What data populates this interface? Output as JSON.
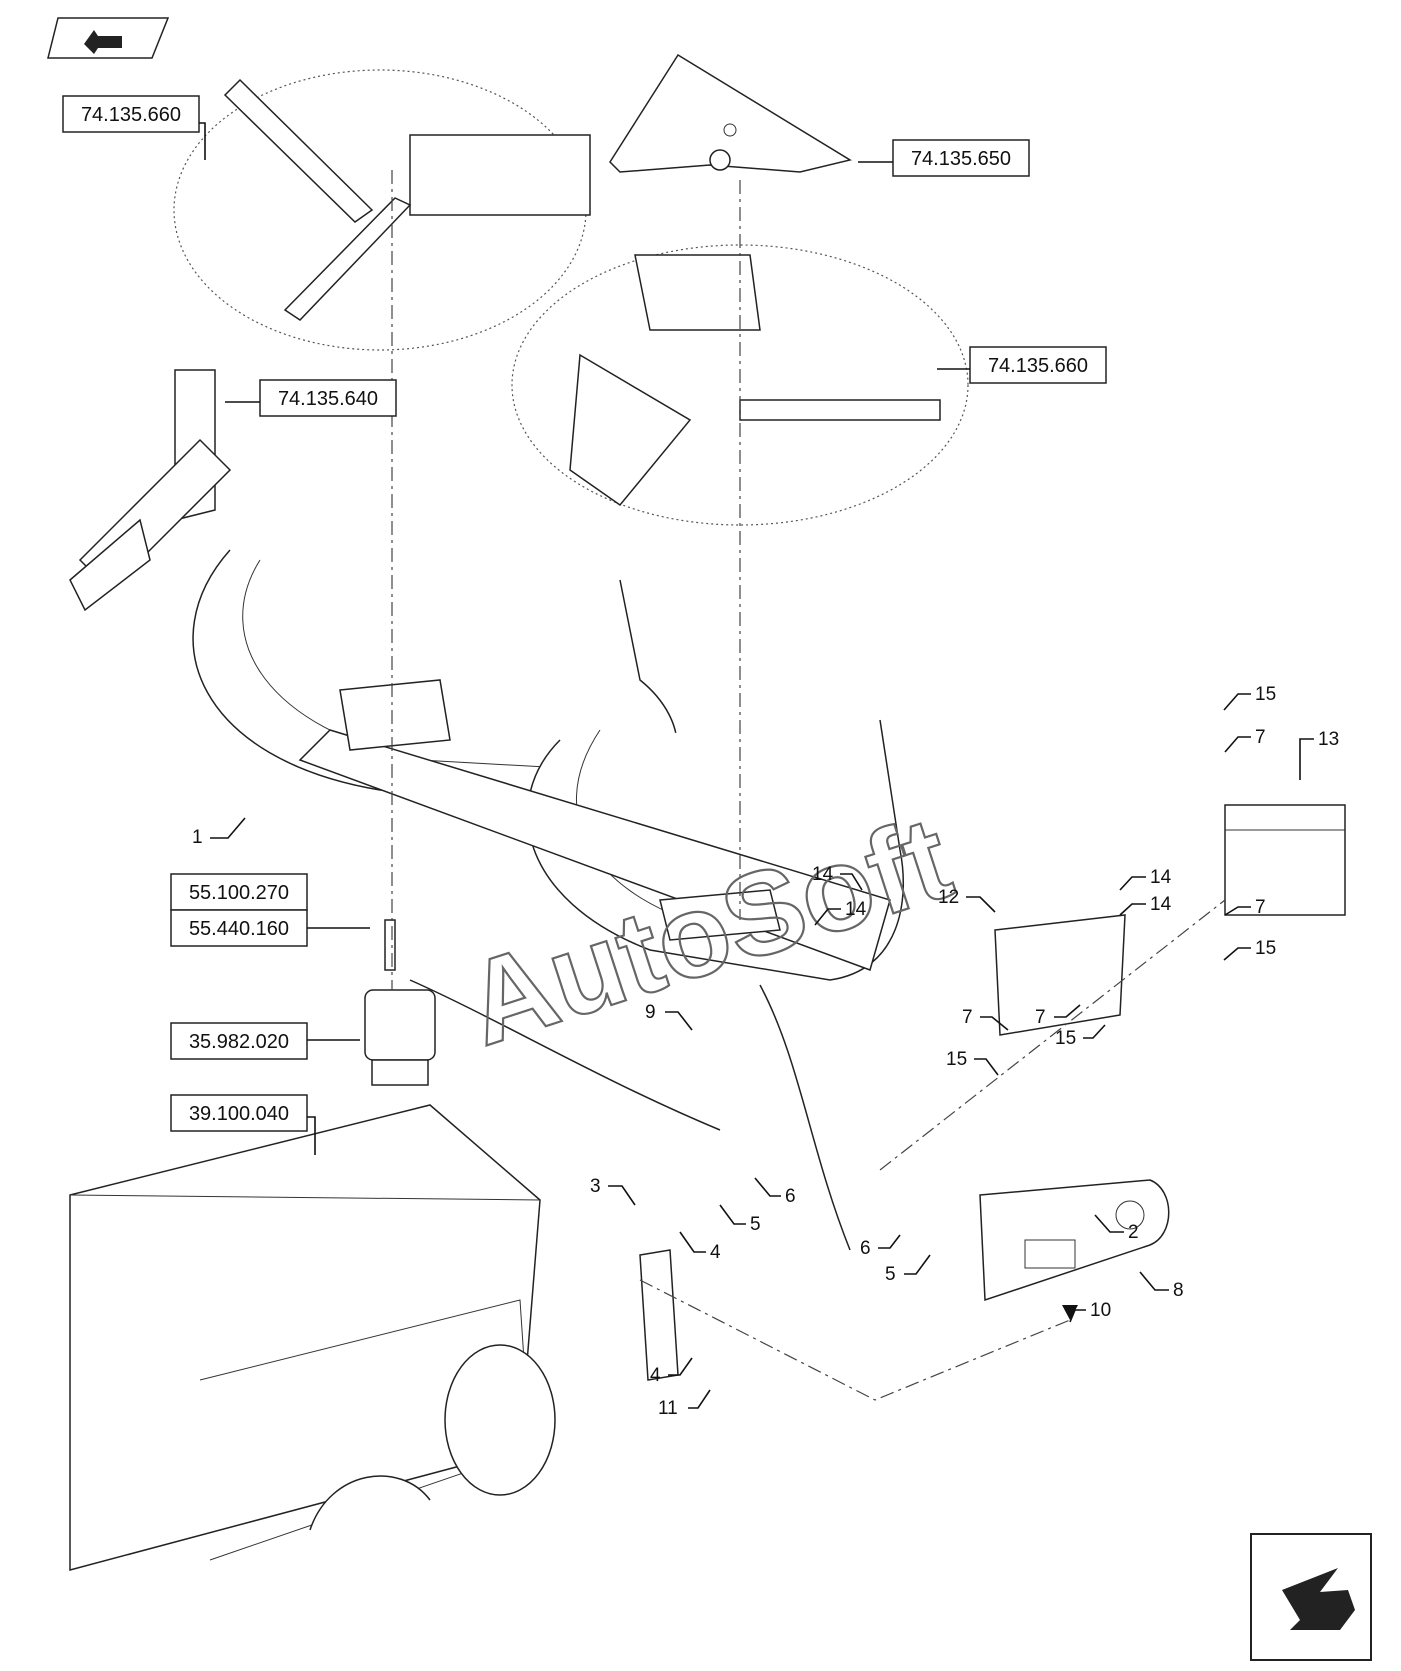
{
  "watermark": "AutoSoft",
  "reference_boxes": [
    {
      "id": "r1",
      "label": "74.135.660"
    },
    {
      "id": "r2",
      "label": "74.135.650"
    },
    {
      "id": "r3",
      "label": "74.135.660"
    },
    {
      "id": "r4",
      "label": "74.135.640"
    },
    {
      "id": "r5",
      "label": "55.100.270"
    },
    {
      "id": "r6",
      "label": "55.440.160"
    },
    {
      "id": "r7",
      "label": "35.982.020"
    },
    {
      "id": "r8",
      "label": "39.100.040"
    }
  ],
  "callouts": [
    "1",
    "2",
    "3",
    "4",
    "4",
    "5",
    "5",
    "6",
    "6",
    "7",
    "7",
    "7",
    "7",
    "8",
    "9",
    "10",
    "11",
    "12",
    "13",
    "14",
    "14",
    "14",
    "14",
    "15",
    "15",
    "15",
    "15"
  ],
  "icons": {
    "top_left": "back-arrow-icon",
    "bottom_right": "forward-arrow-icon"
  }
}
